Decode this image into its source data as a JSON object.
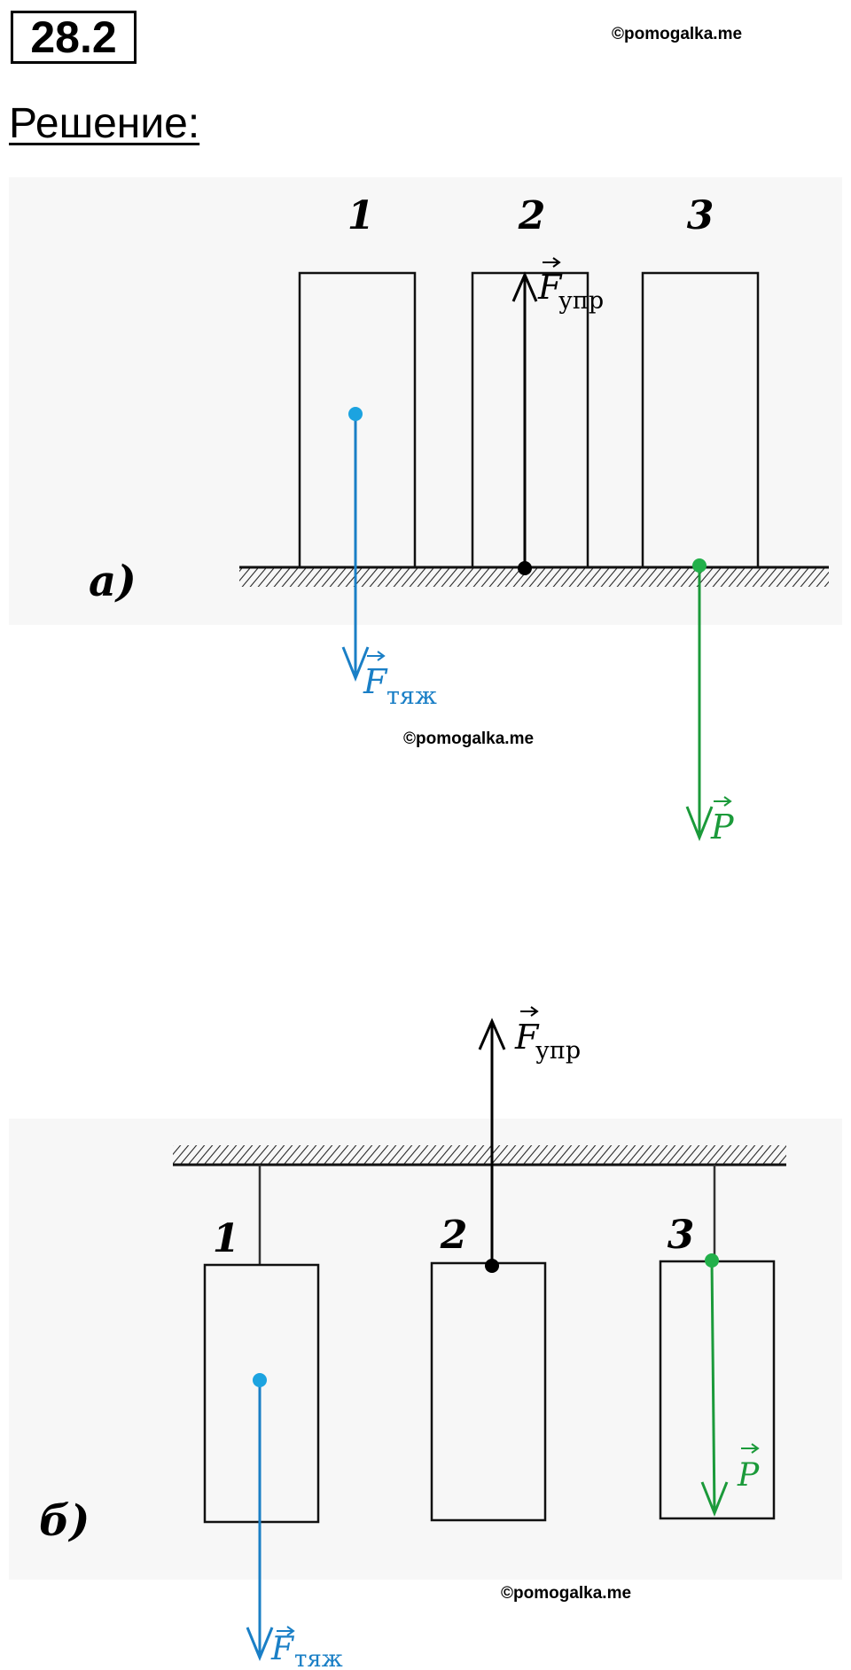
{
  "header": {
    "problem_number": "28.2",
    "watermark_top": "©pomogalka.me",
    "title": "Решение:"
  },
  "figure_a": {
    "label": "а)",
    "block_labels": [
      "1",
      "2",
      "3"
    ],
    "forces": {
      "gravity": {
        "symbol": "F",
        "subscript": "тяж",
        "color": "#1a7fc6"
      },
      "elastic": {
        "symbol": "F",
        "subscript": "упр",
        "color": "#000000"
      },
      "weight": {
        "symbol": "P",
        "subscript": "",
        "color": "#1b9a3a"
      }
    },
    "watermark": "©pomogalka.me"
  },
  "figure_b": {
    "label": "б)",
    "block_labels": [
      "1",
      "2",
      "3"
    ],
    "forces": {
      "gravity": {
        "symbol": "F",
        "subscript": "тяж",
        "color": "#1a7fc6"
      },
      "elastic": {
        "symbol": "F",
        "subscript": "упр",
        "color": "#000000"
      },
      "weight": {
        "symbol": "P",
        "subscript": "",
        "color": "#1b9a3a"
      }
    },
    "watermark": "©pomogalka.me"
  },
  "colors": {
    "gravity": "#1a7fc6",
    "gravity_point": "#1ca3e0",
    "elastic": "#000000",
    "weight": "#1b9a3a",
    "weight_point": "#22b04a"
  }
}
